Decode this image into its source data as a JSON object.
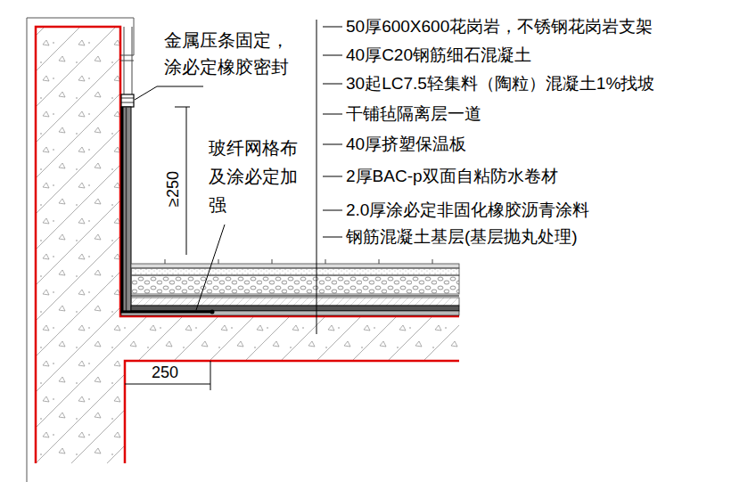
{
  "diagram": {
    "labels": [
      "金属压条固定，涂必定橡胶密封",
      "50厚600X600花岗岩，不锈钢花岗岩支架",
      "40厚C20钢筋细石混凝土",
      "30起LC7.5轻集料（陶粒）混凝土1%找坡",
      "干铺毡隔离层一道",
      "40厚挤塑保温板",
      "2厚BAC-p双面自粘防水卷材",
      "2.0厚涂必定非固化橡胶沥青涂料",
      "钢筋混凝土基层(基层抛丸处理)",
      "玻纤网格布及涂必定加强",
      "≥250",
      "250"
    ]
  }
}
